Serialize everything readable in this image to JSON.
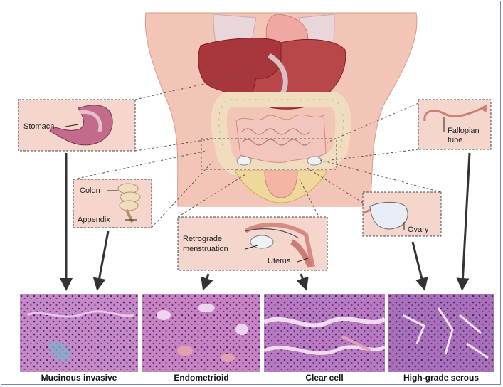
{
  "labels": {
    "stomach": "Stomach",
    "colon": "Colon",
    "appendix": "Appendix",
    "retrograde": "Retrograde",
    "menstruation": "menstruation",
    "uterus": "Uterus",
    "ovary": "Ovary",
    "fallopian": "Fallopian",
    "tube": "tube"
  },
  "captions": [
    "Mucinous invasive",
    "Endometrioid",
    "Clear cell",
    "High-grade serous"
  ],
  "colors": {
    "skin": "#f3c5b6",
    "liver": "#a8363a",
    "intestine": "#f0ddc0",
    "box_fill": "#f5d6cc",
    "tissue_base": "#c589c4",
    "tissue_dark": "#5a2a86",
    "frame": "#6a88c4"
  }
}
